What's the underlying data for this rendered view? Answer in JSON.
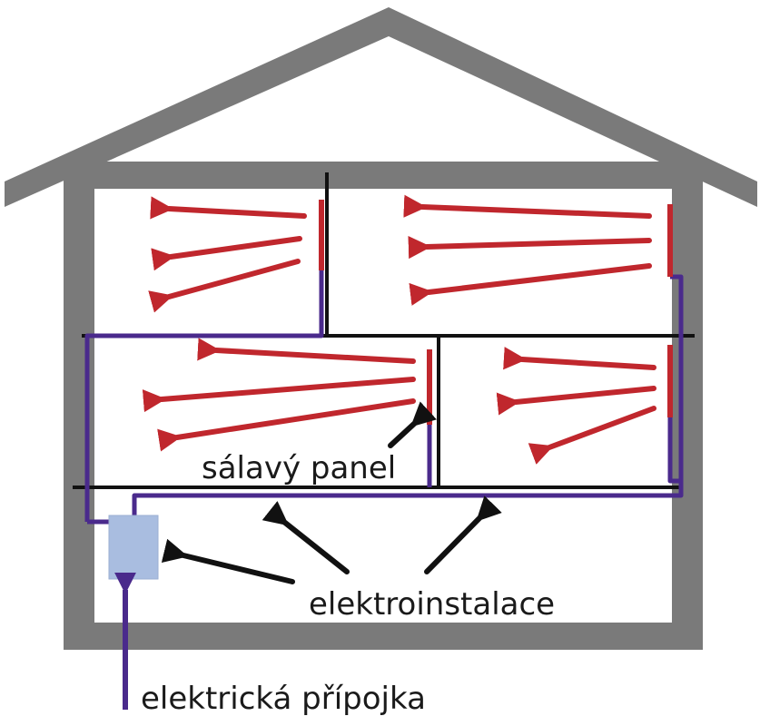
{
  "labels": {
    "radiant_panel": "sálavý panel",
    "wiring": "elektroinstalace",
    "power_connection": "elektrická přípojka"
  },
  "colors": {
    "house": "#7a7a7a",
    "heat_arrow": "#c0272d",
    "heater_panel": "#c0272d",
    "cable": "#4a2a8c",
    "pointer_arrow": "#111111",
    "distribution_box": "#a9bde0",
    "room_line": "#111111"
  }
}
